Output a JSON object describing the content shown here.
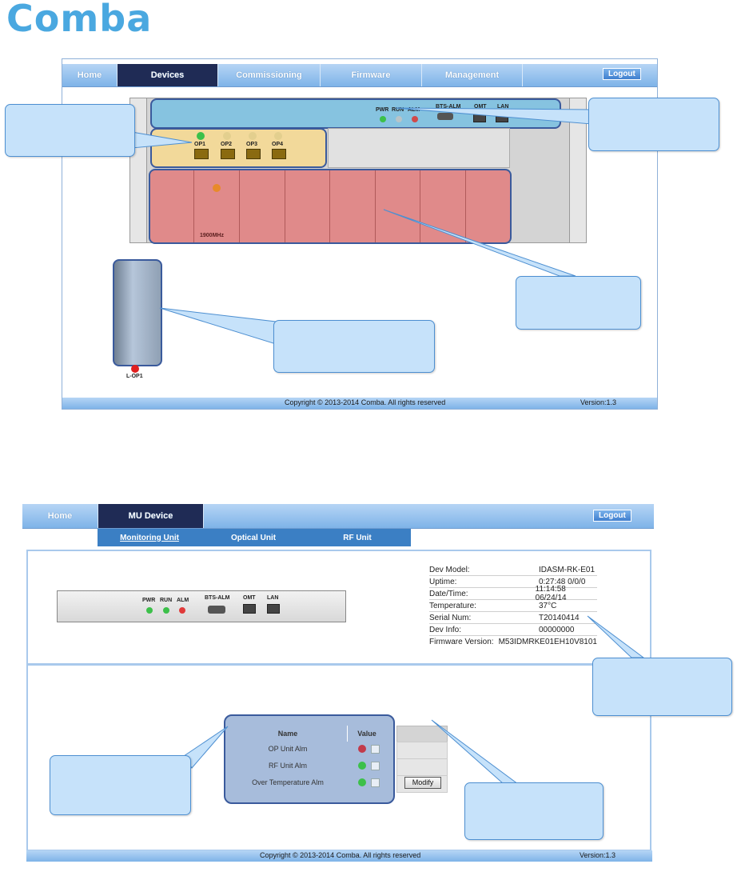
{
  "logo": {
    "text": "Comba"
  },
  "screen1": {
    "nav": [
      "Home",
      "Devices",
      "Commissioning",
      "Firmware",
      "Management"
    ],
    "active_tab": "Devices",
    "logout": "Logout",
    "panel_leds": [
      "PWR",
      "RUN",
      "ALM"
    ],
    "panel_ports": [
      "BTS-ALM",
      "OMT",
      "LAN"
    ],
    "optical_ports": [
      "OP1",
      "OP2",
      "OP3",
      "OP4"
    ],
    "rf_band": "1900MHz",
    "remote_label": "L-OP1",
    "copyright": "Copyright © 2013-2014 Comba. All rights reserved",
    "version": "Version:1.3"
  },
  "screen2": {
    "nav": [
      "Home",
      "MU Device"
    ],
    "active_tab": "MU Device",
    "logout": "Logout",
    "sub_tabs": [
      "Monitoring Unit",
      "Optical Unit",
      "RF Unit"
    ],
    "panel_leds": [
      "PWR",
      "RUN",
      "ALM"
    ],
    "panel_ports": [
      "BTS-ALM",
      "OMT",
      "LAN"
    ],
    "info": [
      {
        "k": "Dev Model:",
        "v": "IDASM-RK-E01"
      },
      {
        "k": "Uptime:",
        "v": "0:27:48 0/0/0"
      },
      {
        "k": "Date/Time:",
        "v": "11:14:58 06/24/14"
      },
      {
        "k": "Temperature:",
        "v": "37°C"
      },
      {
        "k": "Serial Num:",
        "v": "T20140414"
      },
      {
        "k": "Dev Info:",
        "v": "00000000"
      },
      {
        "k": "Firmware Version:",
        "v": "M53IDMRKE01EH10V8101"
      }
    ],
    "alarm_table": {
      "headers": [
        "Name",
        "Value"
      ],
      "rows": [
        "OP Unit Alm",
        "RF Unit Alm",
        "Over Temperature Alm"
      ],
      "modify": "Modify"
    },
    "copyright": "Copyright © 2013-2014 Comba. All rights reserved",
    "version": "Version:1.3"
  },
  "colors": {
    "nav_active": "#1f2b55",
    "optical_module": "#f2d99a",
    "rf_module": "#e08a8a",
    "callout": "#c6e2fa"
  }
}
